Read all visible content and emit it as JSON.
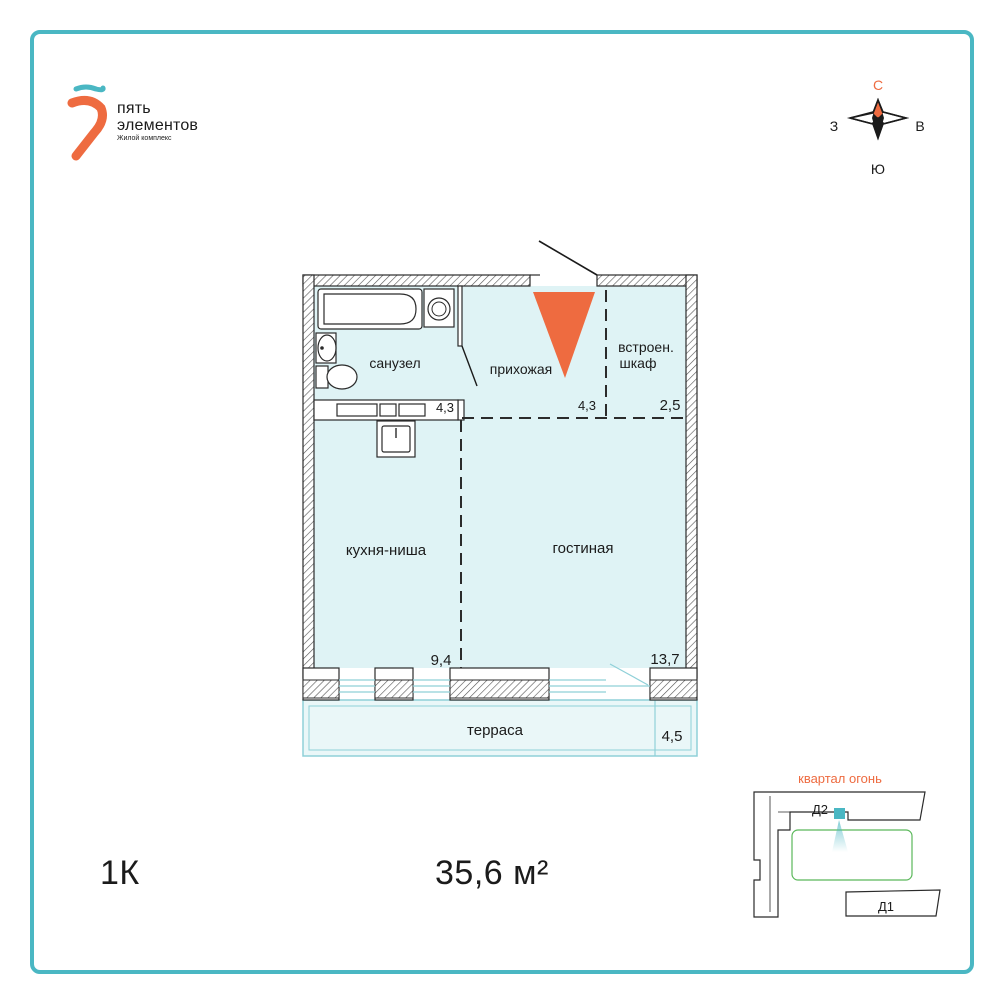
{
  "brand": {
    "line1": "пять",
    "line2": "элементов",
    "tagline": "Жилой комплекс",
    "color_orange": "#ee6b40",
    "color_teal": "#4ab7c3"
  },
  "compass": {
    "north": "С",
    "south": "Ю",
    "west": "З",
    "east": "В"
  },
  "plan": {
    "rooms": [
      {
        "key": "bathroom",
        "label": "санузел",
        "area": "4,3"
      },
      {
        "key": "hallway",
        "label": "прихожая",
        "area": "4,3"
      },
      {
        "key": "closet",
        "label_line1": "встроен.",
        "label_line2": "шкаф",
        "area": "2,5"
      },
      {
        "key": "kitchen",
        "label": "кухня-ниша",
        "area": "9,4"
      },
      {
        "key": "living",
        "label": "гостиная",
        "area": "13,7"
      },
      {
        "key": "terrace",
        "label": "терраса",
        "area": "4,5"
      }
    ],
    "floor_color": "#dff3f5",
    "wall_color": "#2b2b2b"
  },
  "apartment": {
    "type": "1К",
    "area": "35,6 м²"
  },
  "site_map": {
    "title": "квартал огонь",
    "building_current": "Д2",
    "building_other": "Д1"
  }
}
